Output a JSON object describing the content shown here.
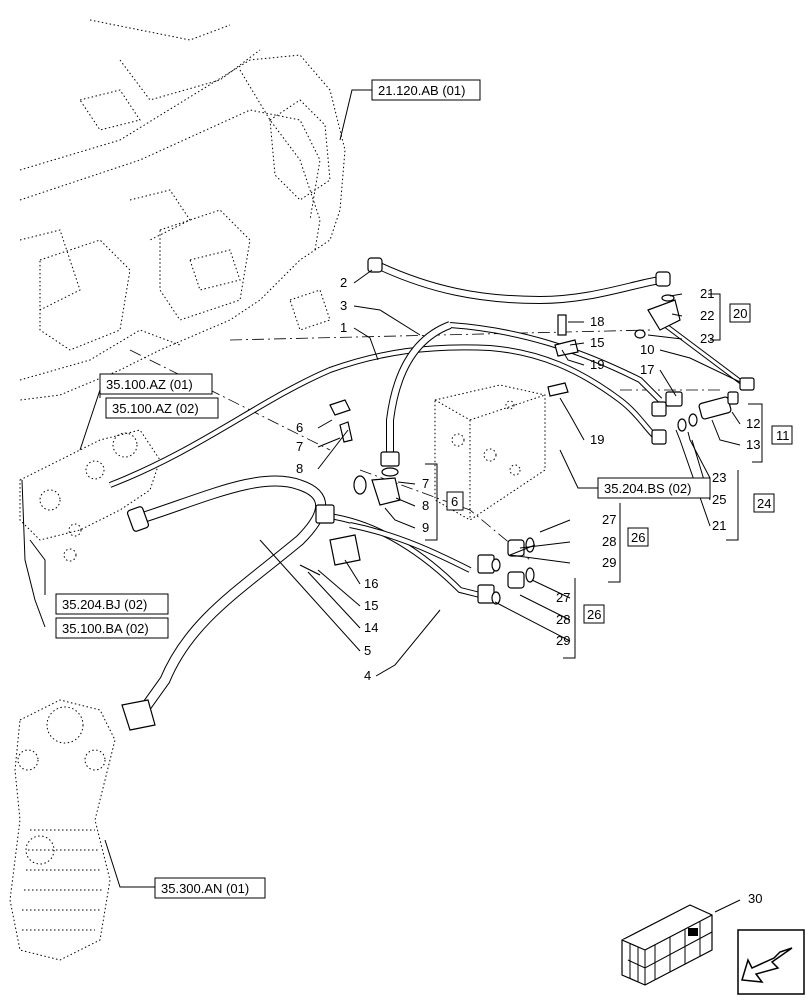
{
  "references": {
    "r1": "21.120.AB (01)",
    "r2": "35.100.AZ (01)",
    "r3": "35.100.AZ (02)",
    "r4": "35.204.BS (02)",
    "r5": "35.204.BJ (02)",
    "r6": "35.100.BA (02)",
    "r7": "35.300.AN (01)"
  },
  "callouts": {
    "c1": "1",
    "c2": "2",
    "c3": "3",
    "c4": "4",
    "c5": "5",
    "c6": "6",
    "c7a": "7",
    "c8a": "8",
    "c6b": "6",
    "c7b": "7",
    "c8b": "8",
    "c9": "9",
    "c10": "10",
    "c12": "12",
    "c13": "13",
    "c14": "14",
    "c15a": "15",
    "c15b": "15",
    "c16": "16",
    "c17": "17",
    "c18": "18",
    "c19a": "19",
    "c19b": "19",
    "c21a": "21",
    "c21b": "21",
    "c22": "22",
    "c23a": "23",
    "c23b": "23",
    "c25": "25",
    "c27a": "27",
    "c27b": "27",
    "c28a": "28",
    "c28b": "28",
    "c29a": "29",
    "c29b": "29",
    "c30": "30"
  },
  "kits": {
    "k20": "20",
    "k11": "11",
    "k24": "24",
    "k6": "6",
    "k26a": "26",
    "k26b": "26"
  },
  "icons": {
    "crate": "crate-icon",
    "nav": "navigation-arrow-icon"
  }
}
